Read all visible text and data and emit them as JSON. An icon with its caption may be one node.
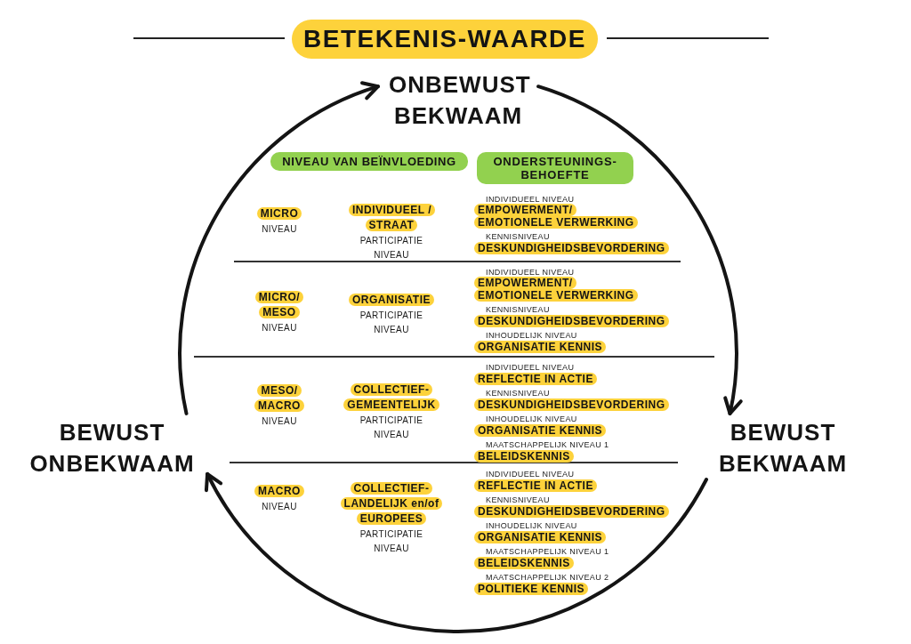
{
  "diagram": {
    "title": "BETEKENIS-WAARDE",
    "nodes": [
      {
        "text": [
          "ONBEWUST BEKWAAM"
        ]
      },
      {
        "text": [
          "NIVEAU VAN BEÏNVLOEDING"
        ]
      },
      {
        "text": [
          "ONDERSTEUNINGS- BEHOEFTE"
        ]
      },
      {
        "text": [
          "BEWUST ONBEKWAAM"
        ]
      },
      {
        "text": [
          "BEWUST BEKWAAM"
        ]
      }
    ],
    "edges": [
      {
        "from": 3,
        "to": 0,
        "arrow": "to"
      },
      {
        "from": 0,
        "to": 4,
        "arrow": "to"
      },
      {
        "from": 4,
        "to": 3,
        "arrow": "to"
      }
    ],
    "labels": [
      "MICRO",
      "NIVEAU",
      "INDIVIDUEEL / STRAAT",
      "PARTICIPATIE NIVEAU",
      "INDIVIDUEEL NIVEAU",
      "EMPOWERMENT/ EMOTIONELE VERWERKING",
      "KENNISNIVEAU",
      "DESKUNDIGHEIDSBEVORDERING",
      "MICRO/ MESO",
      "NIVEAU",
      "ORGANISATIE",
      "PARTICIPATIE NIVEAU",
      "INDIVIDUEEL NIVEAU",
      "EMPOWERMENT/ EMOTIONELE VERWERKING",
      "KENNISNIVEAU",
      "DESKUNDIGHEIDSBEVORDERING",
      "INHOUDELIJK NIVEAU",
      "ORGANISATIE KENNIS",
      "MESO/ MACRO",
      "NIVEAU",
      "COLLECTIEF- GEMEENTELIJK",
      "PARTICIPATIE NIVEAU",
      "INDIVIDUEEL NIVEAU",
      "REFLECTIE IN ACTIE",
      "KENNISNIVEAU",
      "DESKUNDIGHEIDSBEVORDERING",
      "INHOUDELIJK NIVEAU",
      "ORGANISATIE KENNIS",
      "MAATSCHAPPELIJK NIVEAU 1",
      "BELEIDSKENNIS",
      "MACRO",
      "NIVEAU",
      "COLLECTIEF- LANDELIJK en/of EUROPEES",
      "PARTICIPATIE NIVEAU",
      "INDIVIDUEEL NIVEAU",
      "REFLECTIE IN ACTIE",
      "KENNISNIVEAU",
      "DESKUNDIGHEIDSBEVORDERING",
      "INHOUDELIJK NIVEAU",
      "ORGANISATIE KENNIS",
      "MAATSCHAPPELIJK NIVEAU 1",
      "BELEIDSKENNIS",
      "MAATSCHAPPELIJK NIVEAU 2",
      "POLITIEKE KENNIS"
    ]
  }
}
